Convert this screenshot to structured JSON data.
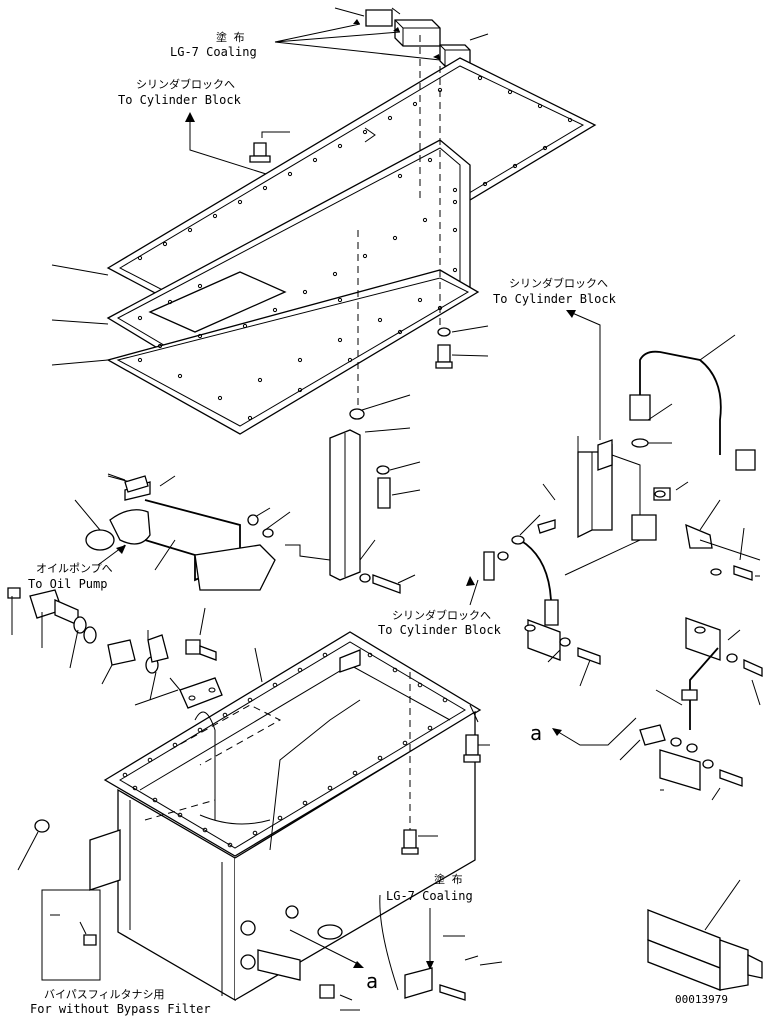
{
  "labels": {
    "coating_top_jp": "塗 布",
    "coating_top_en": "LG-7 Coaling",
    "to_cylinder_block_top_jp": "シリンダブロックへ",
    "to_cylinder_block_top_en": "To Cylinder Block",
    "to_cylinder_block_right_jp": "シリンダブロックへ",
    "to_cylinder_block_right_en": "To Cylinder Block",
    "to_oil_pump_jp": "オイルポンプへ",
    "to_oil_pump_en": "To Oil Pump",
    "to_cylinder_block_mid_jp": "シリンダブロックへ",
    "to_cylinder_block_mid_en": "To Cylinder Block",
    "coating_bottom_jp": "塗 布",
    "coating_bottom_en": "LG-7 Coaling",
    "bypass_filter_jp": "バイパスフィルタナシ用",
    "bypass_filter_en": "For without Bypass Filter",
    "view_ref_a_right": "a",
    "view_ref_a_bottom": "a",
    "drawing_number": "00013979"
  }
}
